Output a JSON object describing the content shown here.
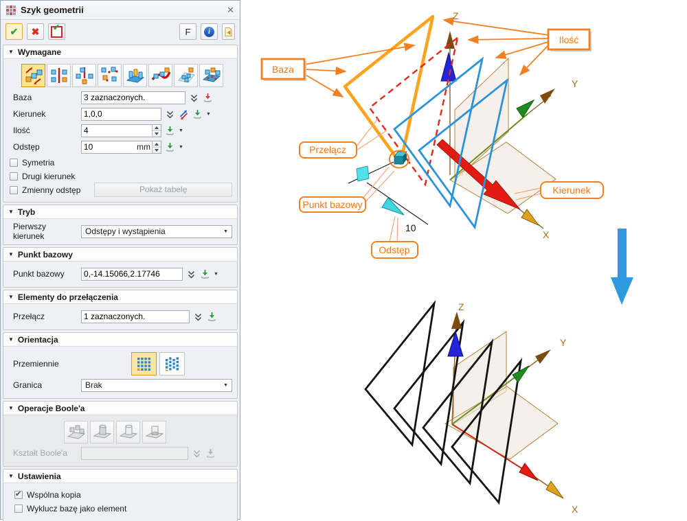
{
  "window": {
    "title": "Szyk geometrii"
  },
  "icons": {
    "close": "✕",
    "section_collapse": "▼",
    "dropdown_caret": "▼"
  },
  "toolbar": {
    "ok_glyph": "✔",
    "cancel_glyph": "✖",
    "apply_glyph": "✔",
    "f_label": "F",
    "info_glyph": "i"
  },
  "sections": {
    "wymagane": {
      "title": "Wymagane",
      "pattern_type_icons": [
        "linear-pattern-icon",
        "circular-pattern-icon",
        "polygon-pattern-icon",
        "point-to-point-pattern-icon",
        "at-pattern-icon",
        "on-curve-pattern-icon",
        "fill-pattern-icon",
        "at-face-pattern-icon"
      ],
      "selected_pattern_type": 0,
      "fields": {
        "baza": {
          "label": "Baza",
          "value": "3 zaznaczonych."
        },
        "kierunek": {
          "label": "Kierunek",
          "value": "1,0,0"
        },
        "ilosc": {
          "label": "Ilość",
          "value": "4"
        },
        "odstep": {
          "label": "Odstęp",
          "value": "10",
          "unit": "mm"
        }
      },
      "checkboxes": [
        {
          "label": "Symetria",
          "checked": false
        },
        {
          "label": "Drugi kierunek",
          "checked": false
        },
        {
          "label": "Zmienny odstęp",
          "checked": false
        }
      ],
      "table_button": "Pokaż tabelę"
    },
    "tryb": {
      "title": "Tryb",
      "field_label": "Pierwszy kierunek",
      "value": "Odstępy i wystąpienia"
    },
    "punkt_bazowy": {
      "title": "Punkt bazowy",
      "field_label": "Punkt bazowy",
      "value": "0,-14.15066,2.17746"
    },
    "elementy": {
      "title": "Elementy do przełączenia",
      "field_label": "Przełącz",
      "value": "1 zaznaczonych."
    },
    "orientacja": {
      "title": "Orientacja",
      "row1_label": "Przemiennie",
      "row2_label": "Granica",
      "row2_value": "Brak"
    },
    "boole": {
      "title": "Operacje Boole'a",
      "field_label": "Kształt Boole'a",
      "value": ""
    },
    "ustawienia": {
      "title": "Ustawienia",
      "checkboxes": [
        {
          "label": "Wspólna kopia",
          "checked": true
        },
        {
          "label": "Wyklucz bazę jako element",
          "checked": false
        }
      ]
    }
  },
  "viewport": {
    "callouts": {
      "baza": "Baza",
      "ilosc": "Ilość",
      "przelacz": "Przełącz",
      "punkt_bazowy": "Punkt bazowy",
      "odstep": "Odstęp",
      "kierunek": "Kierunek"
    },
    "dimension_value": "10",
    "axes": {
      "x": "X",
      "y": "Y",
      "z": "Z"
    }
  },
  "colors": {
    "accent_orange": "#F08020",
    "selection_yellow": "#FFE48F",
    "base_triangle": "#FFA21E",
    "toggled_dashed": "#E6261C",
    "instance_blue": "#2B93DC",
    "direction_red": "#E31B12",
    "next_step_arrow_blue": "#2E9BE0"
  }
}
